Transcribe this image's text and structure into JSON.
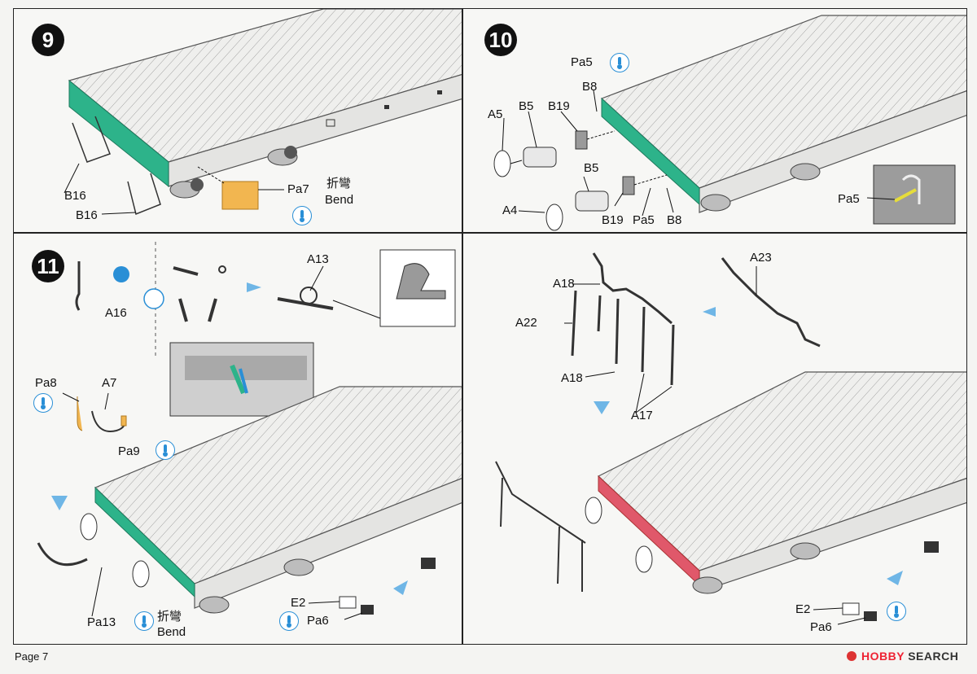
{
  "page_label": "Page 7",
  "watermark": {
    "hobby": "HOBBY",
    "search": "SEARCH"
  },
  "colors": {
    "cement": "#2db38a",
    "cement_red": "#e0586a",
    "decal": "#f2b650",
    "glue_icon": "#2a8fd6"
  },
  "icons": {
    "glue": "glue-drop-icon",
    "flow_arrow": "blue-chevron-arrow-icon",
    "cut": "cut-mark-icon"
  },
  "step9": {
    "number": "9",
    "labels": {
      "b16_top": "B16",
      "b16_bottom": "B16",
      "pa7": "Pa7",
      "bend_cjk": "折彎",
      "bend": "Bend"
    }
  },
  "step10": {
    "number": "10",
    "labels": {
      "pa5_top": "Pa5",
      "b8_top": "B8",
      "a5": "A5",
      "b5_top": "B5",
      "b19_top": "B19",
      "b5_mid": "B5",
      "a4": "A4",
      "b19_bottom": "B19",
      "pa5_bottom": "Pa5",
      "b8_bottom": "B8",
      "pa5_inset": "Pa5"
    }
  },
  "step11": {
    "number": "11",
    "labels": {
      "a16": "A16",
      "a13": "A13",
      "pa8": "Pa8",
      "a7": "A7",
      "pa9": "Pa9",
      "pa13": "Pa13",
      "bend_cjk": "折彎",
      "bend": "Bend",
      "e2": "E2",
      "pa6": "Pa6"
    }
  },
  "step12": {
    "labels": {
      "a18_top": "A18",
      "a23": "A23",
      "a22": "A22",
      "a18_bottom": "A18",
      "a17": "A17",
      "e2": "E2",
      "pa6": "Pa6"
    }
  }
}
